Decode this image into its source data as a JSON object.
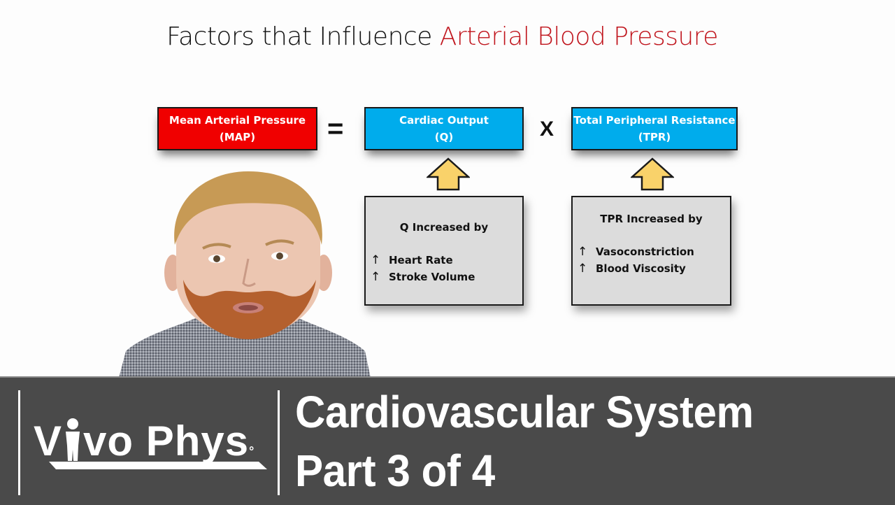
{
  "slide": {
    "title_prefix": "Factors that Influence ",
    "title_accent": "Arterial Blood Pressure",
    "colors": {
      "accent_red": "#c0141c",
      "map_box": "#f00000",
      "blue_box": "#00acec",
      "arrow_fill": "#f9d26a",
      "grey_box": "#dcdcdc",
      "banner": "#4a4a4a"
    },
    "equation": {
      "map": {
        "line1": "Mean Arterial Pressure",
        "line2": "(MAP)"
      },
      "equals": "=",
      "cardiac_output": {
        "line1": "Cardiac Output",
        "line2": "(Q)"
      },
      "times": "X",
      "tpr": {
        "line1": "Total Peripheral Resistance",
        "line2": "(TPR)"
      }
    },
    "q_box": {
      "title": "Q Increased by",
      "items": [
        {
          "arrow": "↑",
          "label": "Heart Rate"
        },
        {
          "arrow": "↑",
          "label": "Stroke Volume"
        }
      ]
    },
    "tpr_box": {
      "title": "TPR Increased by",
      "items": [
        {
          "arrow": "↑",
          "label": "Vasoconstriction"
        },
        {
          "arrow": "↑",
          "label": "Blood Viscosity"
        }
      ]
    }
  },
  "banner": {
    "logo": "Vivo Phys",
    "logo_prefix": "V",
    "logo_suffix": "vo Phys",
    "title_line1": "Cardiovascular System",
    "title_line2": "Part 3 of 4"
  }
}
